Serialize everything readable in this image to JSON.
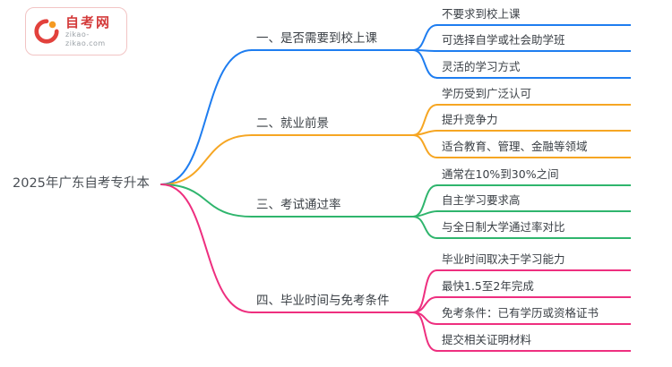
{
  "logo": {
    "name": "自考网",
    "domain": "zikao-zikao.com"
  },
  "root": {
    "label": "2025年广东自考专升本"
  },
  "branches": [
    {
      "label": "一、是否需要到校上课",
      "color": "#1e7df0",
      "children": [
        "不要求到校上课",
        "可选择自学或社会助学班",
        "灵活的学习方式"
      ]
    },
    {
      "label": "二、就业前景",
      "color": "#f6a623",
      "children": [
        "学历受到广泛认可",
        "提升竞争力",
        "适合教育、管理、金融等领域"
      ]
    },
    {
      "label": "三、考试通过率",
      "color": "#2fb56d",
      "children": [
        "通常在10%到30%之间",
        "自主学习要求高",
        "与全日制大学通过率对比"
      ]
    },
    {
      "label": "四、毕业时间与免考条件",
      "color": "#ee2f7f",
      "children": [
        "毕业时间取决于学习能力",
        "最快1.5至2年完成",
        "免考条件：已有学历或资格证书",
        "提交相关证明材料"
      ]
    }
  ]
}
